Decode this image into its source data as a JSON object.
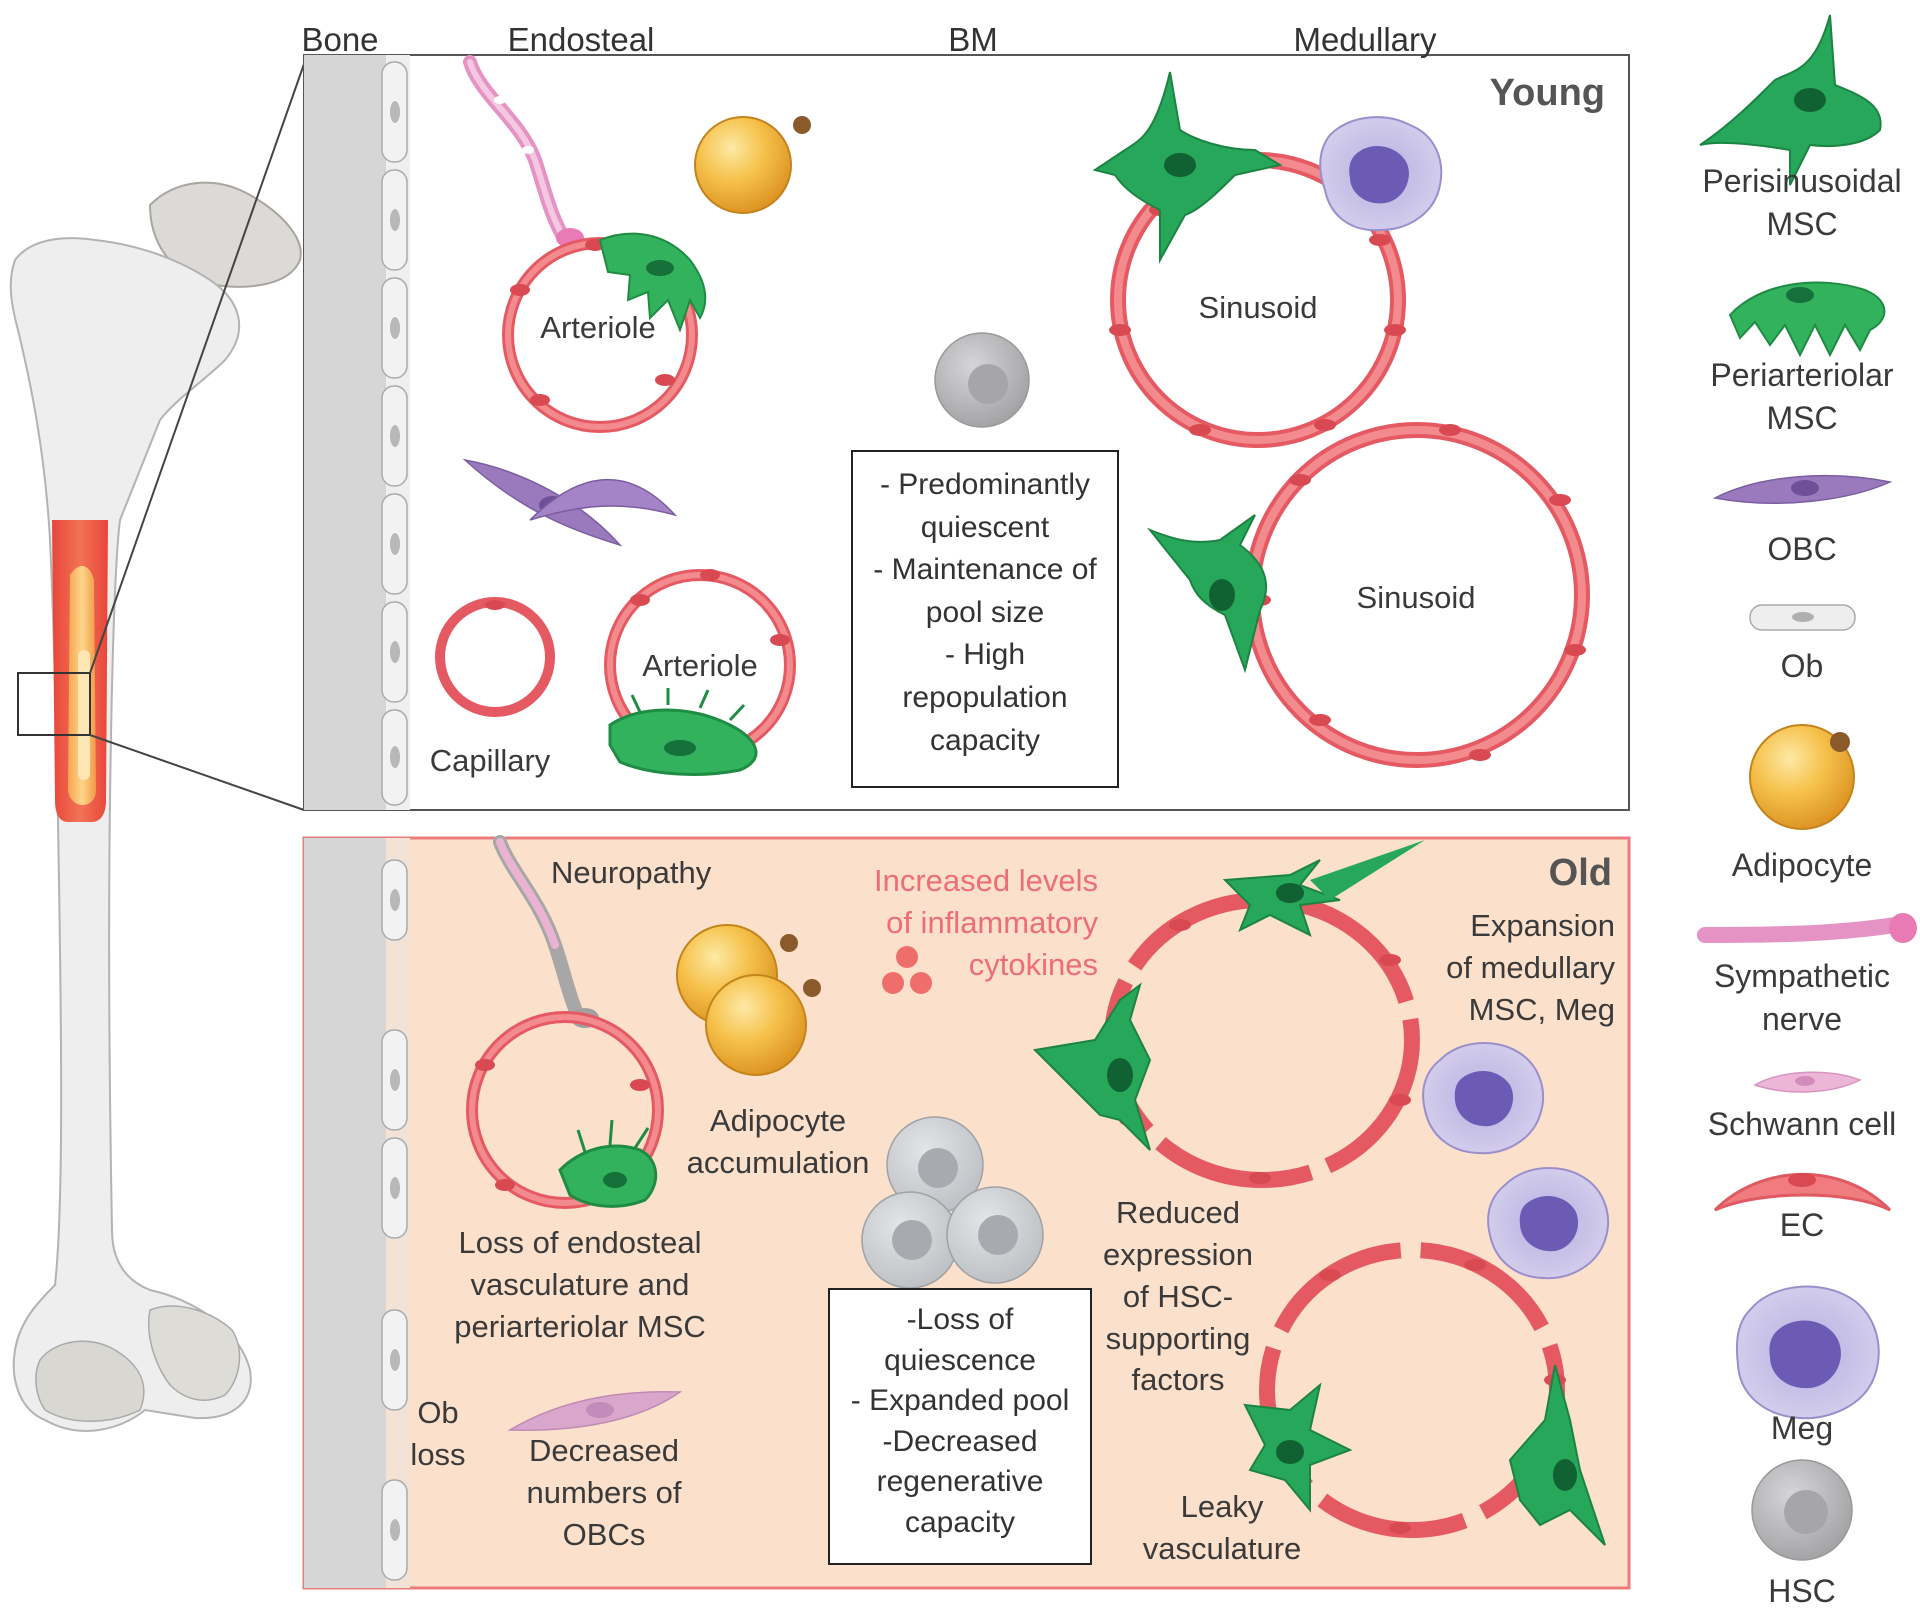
{
  "column_headers": {
    "bone": "Bone",
    "endosteal": "Endosteal",
    "bm": "BM",
    "medullary": "Medullary"
  },
  "young": {
    "title": "Young",
    "arteriole_top": "Arteriole",
    "arteriole_bottom": "Arteriole",
    "capillary": "Capillary",
    "sinusoid_top": "Sinusoid",
    "sinusoid_bottom": "Sinusoid",
    "hsc_box": [
      "- Predominantly",
      "quiescent",
      "- Maintenance of",
      "pool size",
      "- High",
      "repopulation",
      "capacity"
    ]
  },
  "old": {
    "title": "Old",
    "neuropathy": "Neuropathy",
    "cytokines": [
      "Increased levels",
      "of inflammatory",
      "cytokines"
    ],
    "adipocyte_accumulation": [
      "Adipocyte",
      "accumulation"
    ],
    "endosteal_loss": [
      "Loss of endosteal",
      "vasculature and",
      "periarteriolar MSC"
    ],
    "ob_loss": [
      "Ob",
      "loss"
    ],
    "obc_decrease": [
      "Decreased",
      "numbers of",
      "OBCs"
    ],
    "medullary_expansion": [
      "Expansion",
      "of medullary",
      "MSC, Meg"
    ],
    "reduced_expression": [
      "Reduced",
      "expression",
      "of HSC-",
      "supporting",
      "factors"
    ],
    "leaky": [
      "Leaky",
      "vasculature"
    ],
    "hsc_box": [
      "-Loss of",
      "quiescence",
      "- Expanded pool",
      "-Decreased",
      "regenerative",
      "capacity"
    ]
  },
  "legend": {
    "perisinusoidal_msc": [
      "Perisinusoidal",
      "MSC"
    ],
    "periarteriolar_msc": [
      "Periarteriolar",
      "MSC"
    ],
    "obc": "OBC",
    "ob": "Ob",
    "adipocyte": "Adipocyte",
    "sympathetic_nerve": [
      "Sympathetic",
      "nerve"
    ],
    "schwann_cell": "Schwann cell",
    "ec": "EC",
    "meg": "Meg",
    "hsc": "HSC"
  },
  "colors": {
    "endothelial": "#ec5f66",
    "endothelial_fill": "#f07c80",
    "msc_green": "#27a75a",
    "msc_dark": "#14703a",
    "adipocyte": "#f3b43a",
    "obc_purple": "#9b7cc0",
    "meg_purple": "#8f82c4",
    "nerve_pink": "#e68fbf",
    "hsc_gray": "#b5b5b7",
    "bone": "#e6e6e6",
    "old_panel_bg": "#fbe0cb",
    "old_panel_border": "#ec7c7c",
    "cytokine": "#ef6e6c",
    "marrow_red": "#ec4b3f"
  }
}
